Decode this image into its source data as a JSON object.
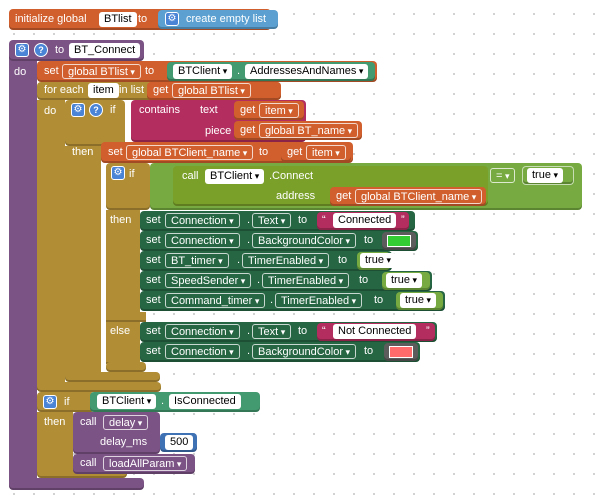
{
  "colors": {
    "variable": "#d05f2d",
    "procedure": "#7c5385",
    "control": "#b18e35",
    "text": "#b32d5e",
    "list": "#5ba0d0",
    "bluetooth_method": "#7aa02a",
    "component_property": "#266643",
    "component_property_light": "#439970",
    "logic": "#77ab41",
    "math": "#3f71b5",
    "connected_color": "#33cc33",
    "not_connected_color": "#ff6b6b"
  },
  "icons": {
    "gear": "⚙",
    "help": "?"
  },
  "global_init": {
    "prefix": "initialize global",
    "var_name": "BTlist",
    "to": "to",
    "list_label": "create empty list"
  },
  "procedure": {
    "to": "to",
    "name": "BT_Connect",
    "do": "do",
    "set_btlist": {
      "set": "set",
      "target": "global BTlist",
      "to": "to",
      "component": "BTClient",
      "property": "AddressesAndNames"
    },
    "foreach": {
      "label": "for each",
      "var": "item",
      "in_list": "in list",
      "get": "get",
      "list_var": "global BTlist",
      "do": "do",
      "if": {
        "if": "if",
        "contains": "contains",
        "text_socket": "text",
        "piece_socket": "piece",
        "get": "get",
        "text_var": "item",
        "piece_var": "global BT_name",
        "then": "then",
        "set_name": {
          "set": "set",
          "target": "global BTClient_name",
          "to": "to",
          "get": "get",
          "var": "item"
        },
        "inner_if": {
          "if": "if",
          "call": "call",
          "component": "BTClient",
          "method": ".Connect",
          "address": "address",
          "get": "get",
          "address_var": "global BTClient_name",
          "op": "=",
          "compare": "true",
          "then": "then",
          "else": "else",
          "then_sets": [
            {
              "set": "set",
              "component": "Connection",
              "property": "Text",
              "to": "to",
              "value": "Connected"
            },
            {
              "set": "set",
              "component": "Connection",
              "property": "BackgroundColor",
              "to": "to",
              "value": ""
            },
            {
              "set": "set",
              "component": "BT_timer",
              "property": "TimerEnabled",
              "to": "to",
              "value": "true"
            },
            {
              "set": "set",
              "component": "SpeedSender",
              "property": "TimerEnabled",
              "to": "to",
              "value": "true"
            },
            {
              "set": "set",
              "component": "Command_timer",
              "property": "TimerEnabled",
              "to": "to",
              "value": "true"
            }
          ],
          "else_sets": [
            {
              "set": "set",
              "component": "Connection",
              "property": "Text",
              "to": "to",
              "value": "Not Connected"
            },
            {
              "set": "set",
              "component": "Connection",
              "property": "BackgroundColor",
              "to": "to",
              "value": ""
            }
          ]
        }
      }
    },
    "connected_if": {
      "if": "if",
      "component": "BTClient",
      "property": "IsConnected",
      "then": "then",
      "call1": "call",
      "delay_name": "delay",
      "delay_param": "delay_ms",
      "delay_value": "500",
      "call2": "call",
      "load_name": "loadAllParam"
    }
  }
}
